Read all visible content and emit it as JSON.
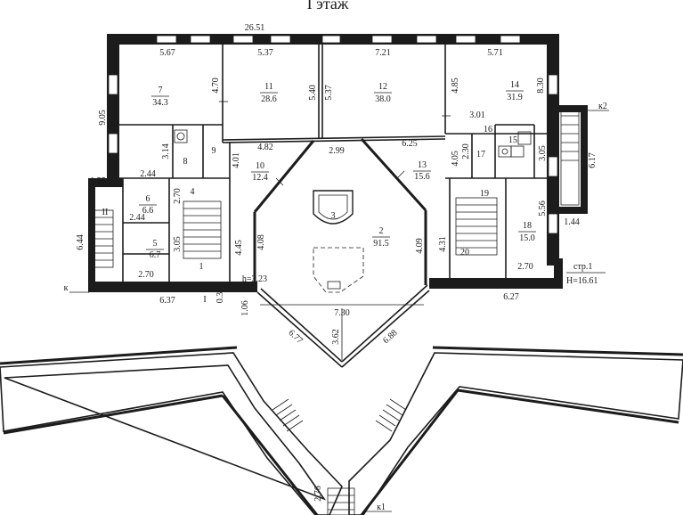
{
  "plan": {
    "title": "I этаж",
    "stamp": {
      "label": "стр.1",
      "height": "H=16.61"
    },
    "room_height": "h=3.23",
    "markers": {
      "k": "к",
      "k1": "к1",
      "k2": "к2",
      "II": "II",
      "I": "I",
      "three": "3"
    },
    "rooms": [
      {
        "id": "room-7",
        "number": "7",
        "area": "34.3"
      },
      {
        "id": "room-11",
        "number": "11",
        "area": "28.6"
      },
      {
        "id": "room-12",
        "number": "12",
        "area": "38.0"
      },
      {
        "id": "room-14",
        "number": "14",
        "area": "31.9"
      },
      {
        "id": "room-10",
        "number": "10",
        "area": "12.4"
      },
      {
        "id": "room-13",
        "number": "13",
        "area": "15.6"
      },
      {
        "id": "room-6",
        "number": "6",
        "area": "6.6"
      },
      {
        "id": "room-5",
        "number": "5",
        "area": "6.7"
      },
      {
        "id": "room-2",
        "number": "2",
        "area": "91.5"
      },
      {
        "id": "room-18",
        "number": "18",
        "area": "15.0"
      }
    ],
    "room_numbers_only": [
      "8",
      "9",
      "4",
      "1",
      "16",
      "15",
      "17",
      "19",
      "20"
    ],
    "dimensions": {
      "top_total": "26.51",
      "r7_width": "5.67",
      "r11_width": "5.37",
      "r12_width": "7.21",
      "r14_width": "5.71",
      "left_height": "9.05",
      "r7_right": "4.70",
      "r11_right": "5.40",
      "r12_left": "5.37",
      "r14_left": "4.85",
      "right_height": "8.30",
      "corr_left": "4.82",
      "corr_center": "2.99",
      "corr_right": "6.25",
      "r8_side": "3.14",
      "r9_side": "4.01",
      "r16_width": "3.01",
      "r17_side": "2.30",
      "r13_right": "4.05",
      "r15_right": "3.05",
      "stair_right": "6.17",
      "r18_right": "5.56",
      "stair_bottom": "1.44",
      "left_top": "1.55",
      "left_width": "2.44",
      "left_stair": "6.44",
      "r6_side": "2.70",
      "r6_width": "2.44",
      "r5_side": "3.05",
      "r5_width": "2.70",
      "hall_left_a": "4.45",
      "hall_left_b": "4.08",
      "hall_right_a": "4.09",
      "hall_right_b": "4.31",
      "bottom_left": "6.37",
      "small_a": "0.3",
      "small_b": "1.06",
      "bay_width": "7.30",
      "bay_left": "6.77",
      "bay_right": "6.88",
      "bay_depth": "3.62",
      "r18_width": "2.70",
      "bottom_right": "6.27",
      "stem": "2.76"
    }
  }
}
